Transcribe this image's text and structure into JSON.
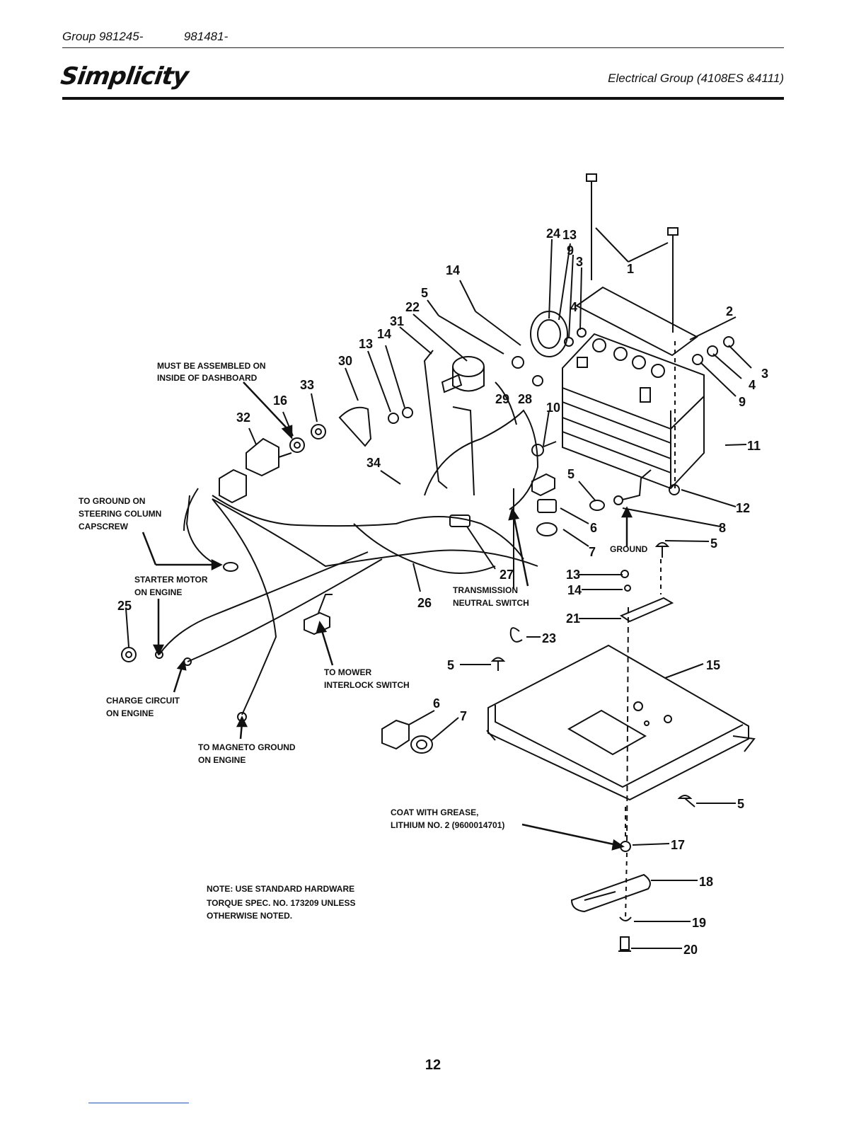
{
  "header": {
    "group_label": "Group 981245-",
    "group_end": "981481-",
    "brand": "Simplicity",
    "section_title": "Electrical Group (4108ES &4111)"
  },
  "callouts": {
    "dashboard_note": [
      "MUST BE ASSEMBLED ON",
      "INSIDE OF DASHBOARD"
    ],
    "ground_steering": [
      "TO GROUND ON",
      "STEERING COLUMN",
      "CAPSCREW"
    ],
    "starter_motor": [
      "STARTER MOTOR",
      "ON ENGINE"
    ],
    "charge_circuit": [
      "CHARGE CIRCUIT",
      "ON ENGINE"
    ],
    "magneto_ground": [
      "TO MAGNETO GROUND",
      "ON ENGINE"
    ],
    "mower_switch": [
      "TO MOWER",
      "INTERLOCK SWITCH"
    ],
    "neutral_switch": [
      "TRANSMISSION",
      "NEUTRAL SWITCH"
    ],
    "ground": "GROUND",
    "grease": [
      "COAT WITH GREASE,",
      "LITHIUM NO. 2 (9600014701)"
    ],
    "note": [
      "NOTE:  USE STANDARD HARDWARE",
      "TORQUE SPEC. NO. 173209 UNLESS",
      "OTHERWISE NOTED."
    ]
  },
  "part_numbers": [
    "1",
    "2",
    "3",
    "4",
    "9",
    "13",
    "24",
    "3",
    "4",
    "9",
    "11",
    "10",
    "12",
    "8",
    "5",
    "6",
    "7",
    "5",
    "13",
    "14",
    "21",
    "23",
    "5",
    "15",
    "6",
    "7",
    "5",
    "17",
    "18",
    "19",
    "20",
    "14",
    "5",
    "22",
    "31",
    "13",
    "14",
    "30",
    "33",
    "16",
    "32",
    "29",
    "28",
    "34",
    "27",
    "26",
    "25"
  ],
  "page_number": "12"
}
